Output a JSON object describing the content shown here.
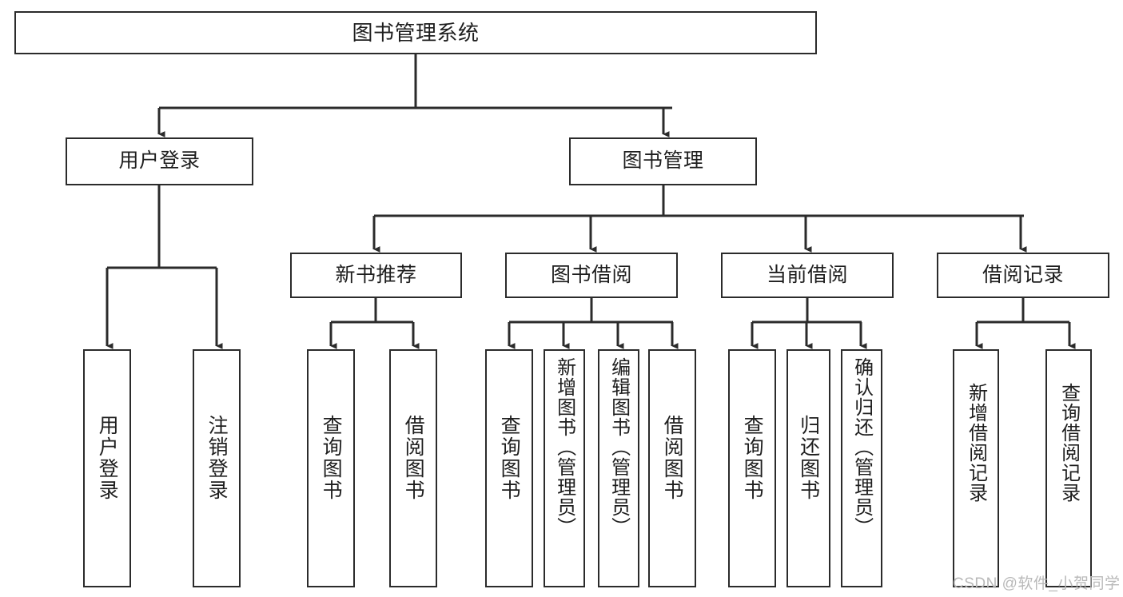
{
  "diagram": {
    "title": "图书管理系统",
    "type": "tree",
    "orientation": "top-down",
    "colors": {
      "stroke": "#2b2b2b",
      "box_fill": "#ffffff",
      "text": "#1e1e1e",
      "background": "#ffffff",
      "watermark": "#b9b9b9"
    }
  },
  "nodes": {
    "root": {
      "label": "图书管理系统",
      "level": 1,
      "orientation": "horizontal"
    },
    "user_login": {
      "label": "用户登录",
      "level": 2,
      "orientation": "horizontal"
    },
    "book_manage": {
      "label": "图书管理",
      "level": 2,
      "orientation": "horizontal"
    },
    "new_book_rec": {
      "label": "新书推荐",
      "level": 3,
      "orientation": "horizontal"
    },
    "book_borrow": {
      "label": "图书借阅",
      "level": 3,
      "orientation": "horizontal"
    },
    "current_borrow": {
      "label": "当前借阅",
      "level": 3,
      "orientation": "horizontal"
    },
    "borrow_record": {
      "label": "借阅记录",
      "level": 3,
      "orientation": "horizontal"
    },
    "leaf_user_login": {
      "label": "用户登录",
      "level": 4,
      "orientation": "vertical"
    },
    "leaf_logout": {
      "label": "注销登录",
      "level": 4,
      "orientation": "vertical"
    },
    "leaf_rec_query": {
      "label": "查询图书",
      "level": 4,
      "orientation": "vertical"
    },
    "leaf_rec_borrow": {
      "label": "借阅图书",
      "level": 4,
      "orientation": "vertical"
    },
    "leaf_borrow_query": {
      "label": "查询图书",
      "level": 4,
      "orientation": "vertical"
    },
    "leaf_add_book": {
      "label": "新增图书（管理员）",
      "level": 4,
      "orientation": "vertical"
    },
    "leaf_edit_book": {
      "label": "编辑图书（管理员）",
      "level": 4,
      "orientation": "vertical"
    },
    "leaf_borrow_book": {
      "label": "借阅图书",
      "level": 4,
      "orientation": "vertical"
    },
    "leaf_cur_query": {
      "label": "查询图书",
      "level": 4,
      "orientation": "vertical"
    },
    "leaf_return_book": {
      "label": "归还图书",
      "level": 4,
      "orientation": "vertical"
    },
    "leaf_confirm_return": {
      "label": "确认归还（管理员）",
      "level": 4,
      "orientation": "vertical"
    },
    "leaf_add_record": {
      "label": "新增借阅记录",
      "level": 4,
      "orientation": "vertical"
    },
    "leaf_query_record": {
      "label": "查询借阅记录",
      "level": 4,
      "orientation": "vertical"
    }
  },
  "edges": [
    {
      "from": "root",
      "to": "user_login"
    },
    {
      "from": "root",
      "to": "book_manage"
    },
    {
      "from": "user_login",
      "to": "leaf_user_login"
    },
    {
      "from": "user_login",
      "to": "leaf_logout"
    },
    {
      "from": "book_manage",
      "to": "new_book_rec"
    },
    {
      "from": "book_manage",
      "to": "book_borrow"
    },
    {
      "from": "book_manage",
      "to": "current_borrow"
    },
    {
      "from": "book_manage",
      "to": "borrow_record"
    },
    {
      "from": "new_book_rec",
      "to": "leaf_rec_query"
    },
    {
      "from": "new_book_rec",
      "to": "leaf_rec_borrow"
    },
    {
      "from": "book_borrow",
      "to": "leaf_borrow_query"
    },
    {
      "from": "book_borrow",
      "to": "leaf_add_book"
    },
    {
      "from": "book_borrow",
      "to": "leaf_edit_book"
    },
    {
      "from": "book_borrow",
      "to": "leaf_borrow_book"
    },
    {
      "from": "current_borrow",
      "to": "leaf_cur_query"
    },
    {
      "from": "current_borrow",
      "to": "leaf_return_book"
    },
    {
      "from": "current_borrow",
      "to": "leaf_confirm_return"
    },
    {
      "from": "borrow_record",
      "to": "leaf_add_record"
    },
    {
      "from": "borrow_record",
      "to": "leaf_query_record"
    }
  ],
  "watermark": {
    "text": "CSDN @软件_小贺同学"
  }
}
